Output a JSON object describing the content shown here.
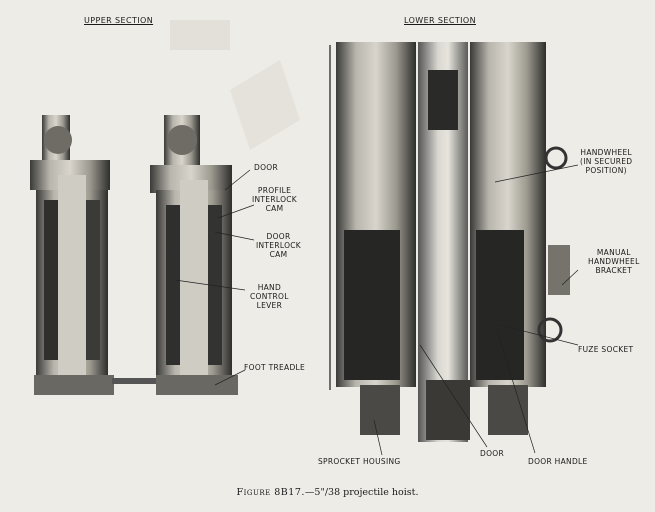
{
  "headings": {
    "upper": "UPPER SECTION",
    "lower": "LOWER SECTION"
  },
  "labels": {
    "door_upper": "DOOR",
    "profile_interlock_cam": [
      "PROFILE",
      "INTERLOCK",
      "CAM"
    ],
    "door_interlock_cam": [
      "DOOR",
      "INTERLOCK",
      "CAM"
    ],
    "hand_control_lever": [
      "HAND",
      "CONTROL",
      "LEVER"
    ],
    "foot_treadle": "FOOT TREADLE",
    "handwheel": [
      "HANDWHEEL",
      "(IN SECURED",
      "POSITION)"
    ],
    "manual_handwheel_bracket": [
      "MANUAL",
      "HANDWHEEL",
      "BRACKET"
    ],
    "fuze_socket": "FUZE SOCKET",
    "sprocket_housing": "SPROCKET HOUSING",
    "door_lower": "DOOR",
    "door_handle": "DOOR HANDLE"
  },
  "caption": {
    "figure": "Figure 8B17.",
    "text": "—5\"/38 projectile hoist."
  }
}
